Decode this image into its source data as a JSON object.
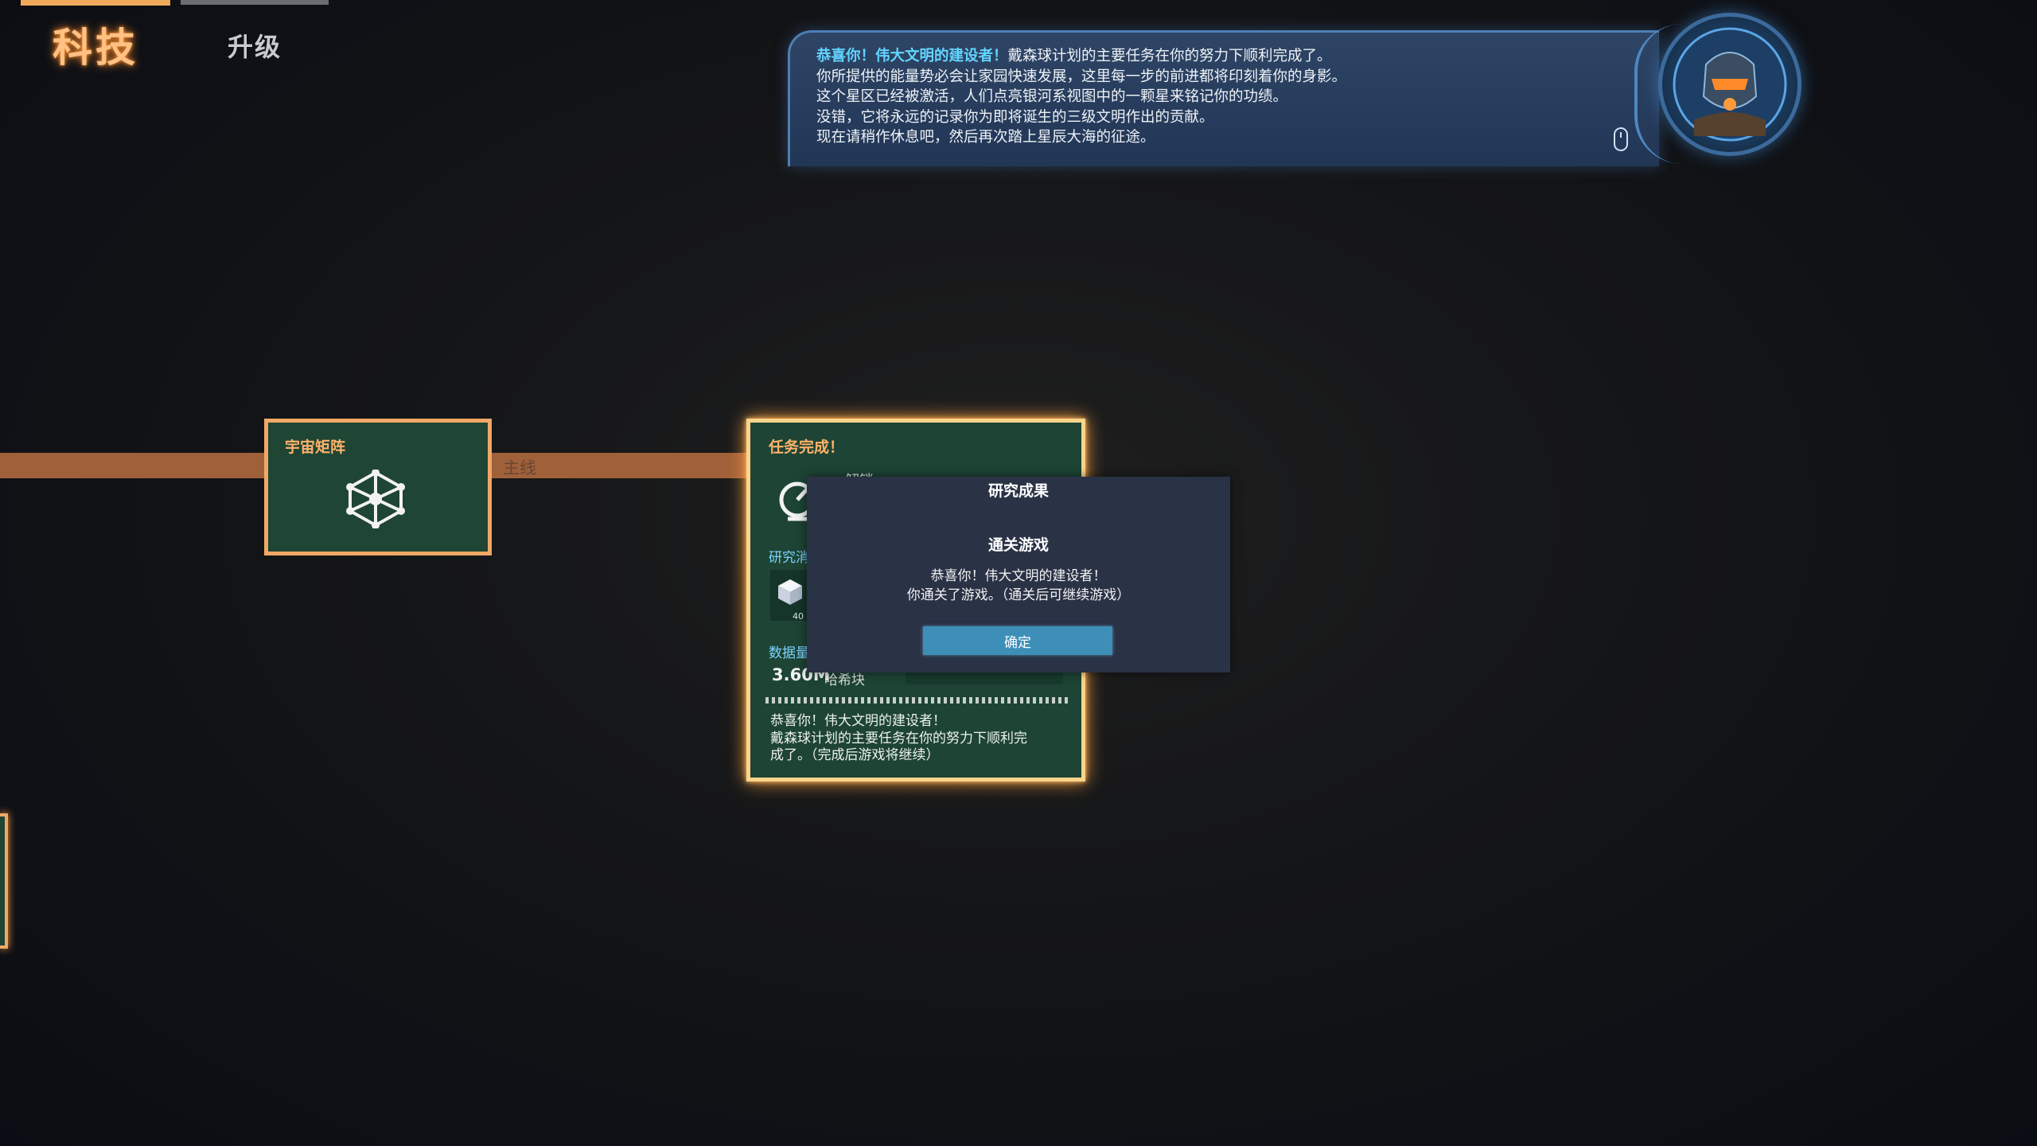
{
  "tabs": {
    "active": "科技",
    "inactive": "升级"
  },
  "dialog": {
    "highlight": "恭喜你！伟大文明的建设者！",
    "line1_rest": "戴森球计划的主要任务在你的努力下顺利完成了。",
    "line2": "你所提供的能量势必会让家园快速发展，这里每一步的前进都将印刻着你的身影。",
    "line3": "这个星区已经被激活，人们点亮银河系视图中的一颗星来铭记你的功绩。",
    "line4": "没错，它将永远的记录你为即将诞生的三级文明作出的贡献。",
    "line5": "现在请稍作休息吧，然后再次踏上星辰大海的征途。"
  },
  "track": {
    "label": "主线"
  },
  "node_universe_matrix": {
    "title": "宇宙矩阵"
  },
  "node_mission": {
    "title": "任务完成！",
    "unlock_label": "解锁",
    "research_label": "研究消",
    "cube_count": "40",
    "data_label": "数据量",
    "data_value": "3.60M",
    "data_unit": "哈希块",
    "desc_line1": "恭喜你！伟大文明的建设者！",
    "desc_line2": "戴森球计划的主要任务在你的努力下顺利完",
    "desc_line3": "成了。（完成后游戏将继续）"
  },
  "modal": {
    "title": "研究成果",
    "subtitle": "通关游戏",
    "line1": "恭喜你！伟大文明的建设者！",
    "line2": "你通关了游戏。（通关后可继续游戏）",
    "confirm_label": "确定"
  },
  "colors": {
    "accent_orange": "#f0a866",
    "node_green": "#1f4535",
    "dialog_blue": "#2e4565",
    "modal_bg": "#2a3246",
    "button_blue": "#3d8fb8",
    "highlight_cyan": "#63d4ff"
  },
  "icons": {
    "matrix_node_icon": "hexagon-network-icon",
    "unlock_icon": "radar-icon",
    "research_item_icon": "cube-icon",
    "mouse_icon": "mouse-click-icon",
    "portrait_icon": "robot-avatar-icon"
  }
}
